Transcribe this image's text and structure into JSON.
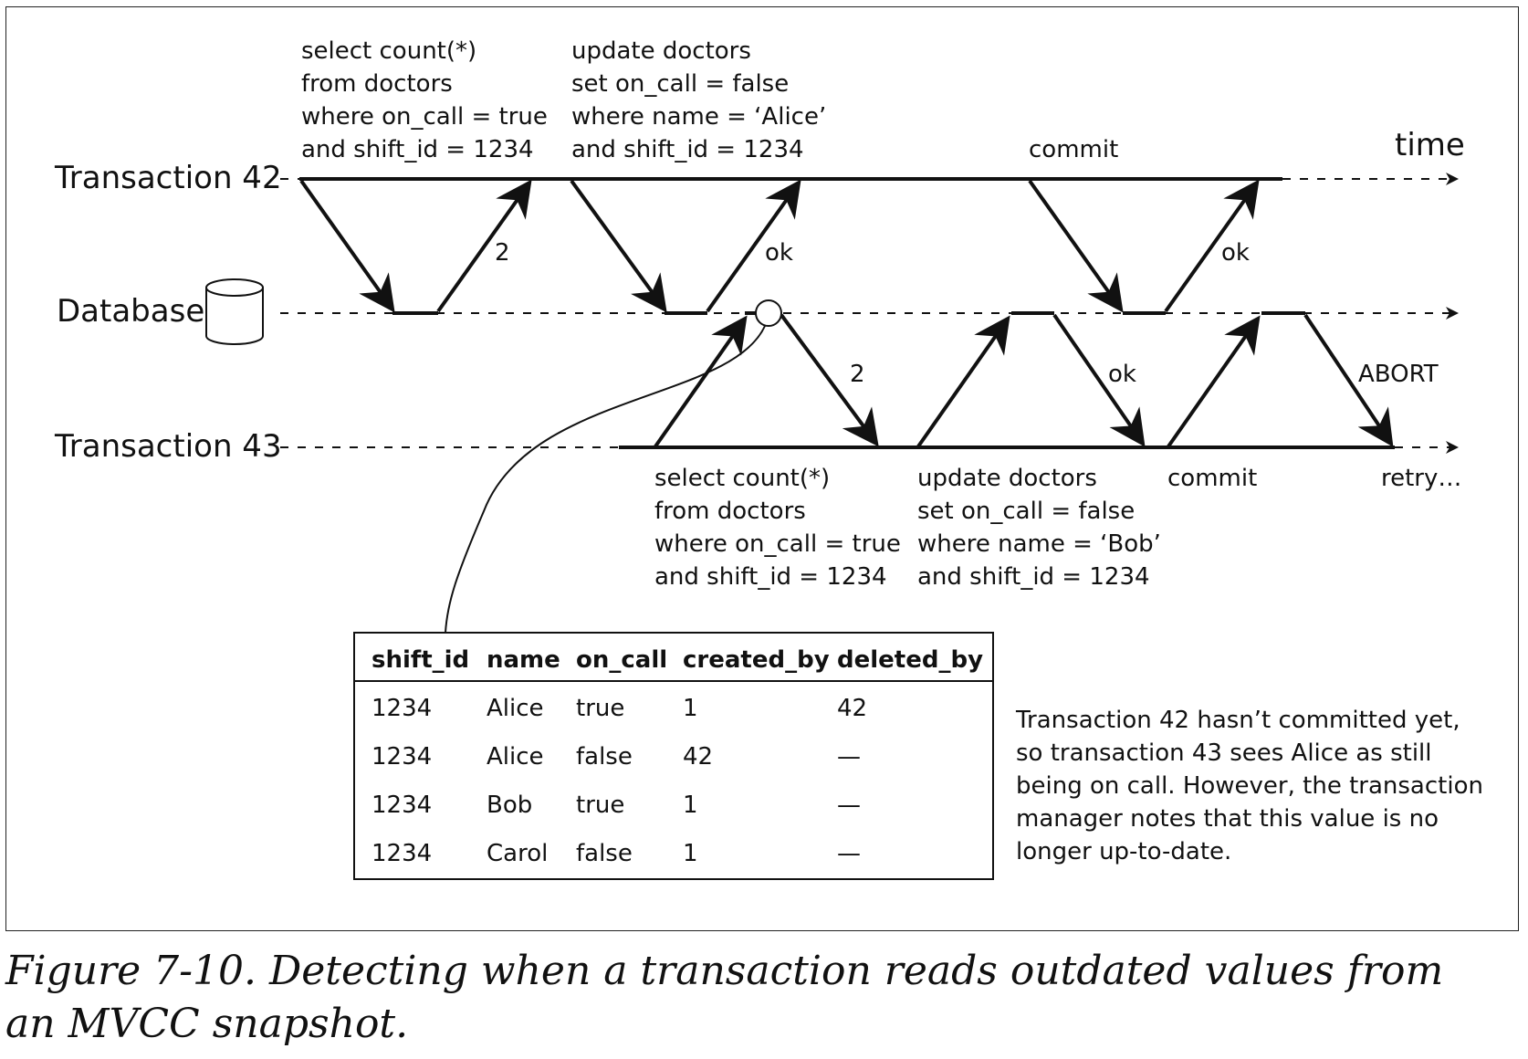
{
  "lanes": {
    "t42": "Transaction 42",
    "db": "Database",
    "t43": "Transaction 43",
    "time": "time"
  },
  "t42_queries": {
    "select": [
      "select count(*)",
      "from doctors",
      "where on_call = true",
      "and shift_id = 1234"
    ],
    "update": [
      "update doctors",
      "set on_call = false",
      "where name = ‘Alice’",
      "and shift_id = 1234"
    ],
    "commit": "commit"
  },
  "t43_queries": {
    "select": [
      "select count(*)",
      "from doctors",
      "where on_call = true",
      "and shift_id = 1234"
    ],
    "update": [
      "update doctors",
      "set on_call = false",
      "where name = ‘Bob’",
      "and shift_id = 1234"
    ],
    "commit": "commit",
    "retry": "retry…"
  },
  "responses": {
    "t42_select_result": "2",
    "t42_update_result": "ok",
    "t42_commit_result": "ok",
    "t43_select_result": "2",
    "t43_update_result": "ok",
    "t43_commit_result": "ABORT"
  },
  "table": {
    "columns": [
      "shift_id",
      "name",
      "on_call",
      "created_by",
      "deleted_by"
    ],
    "rows": [
      [
        "1234",
        "Alice",
        "true",
        "1",
        "42"
      ],
      [
        "1234",
        "Alice",
        "false",
        "42",
        "—"
      ],
      [
        "1234",
        "Bob",
        "true",
        "1",
        "—"
      ],
      [
        "1234",
        "Carol",
        "false",
        "1",
        "—"
      ]
    ]
  },
  "note": [
    "Transaction 42 hasn’t committed yet,",
    "so transaction 43 sees Alice as still",
    "being on call. However, the transaction",
    "manager notes that this value is no",
    "longer up-to-date."
  ],
  "caption": "Figure 7-10. Detecting when a transaction reads outdated values from an MVCC snapshot."
}
